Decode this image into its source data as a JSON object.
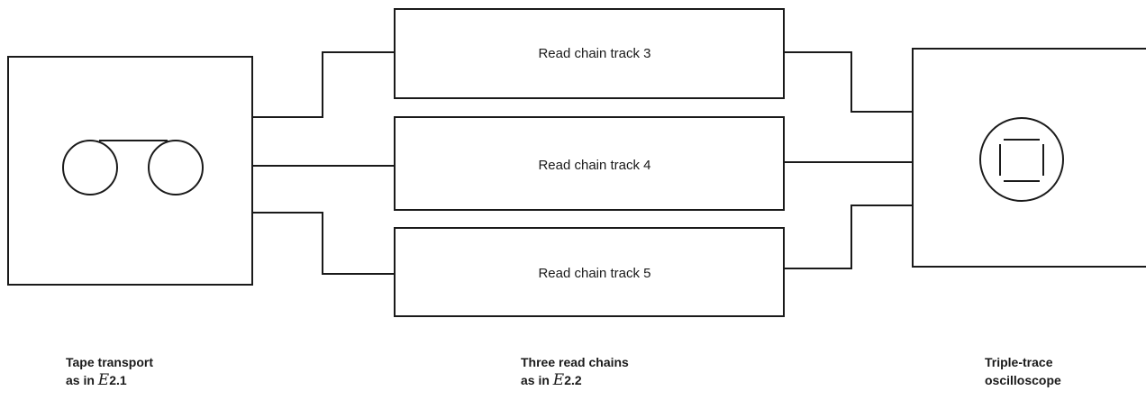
{
  "blocks": {
    "tape_transport": {
      "caption_line1": "Tape transport",
      "caption_line2_prefix": "as in",
      "caption_symbol": "E",
      "caption_ref": "2.1"
    },
    "read_chains": {
      "items": [
        {
          "label": "Read chain track 3"
        },
        {
          "label": "Read chain track 4"
        },
        {
          "label": "Read chain track 5"
        }
      ],
      "caption_line1": "Three read chains",
      "caption_line2_prefix": "as in",
      "caption_symbol": "E",
      "caption_ref": "2.2"
    },
    "oscilloscope": {
      "caption_line1": "Triple-trace",
      "caption_line2": "oscilloscope"
    }
  },
  "colors": {
    "stroke": "#1a1a1a",
    "background": "#ffffff"
  }
}
